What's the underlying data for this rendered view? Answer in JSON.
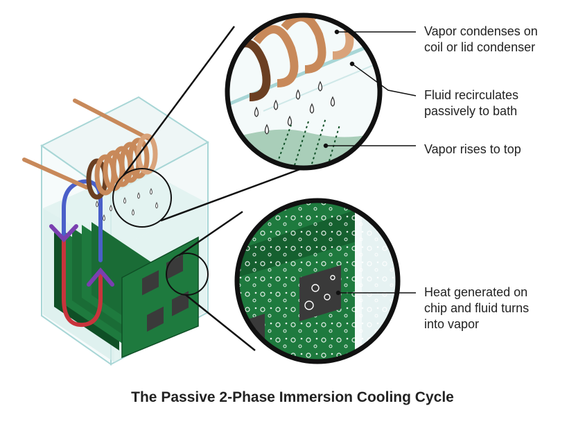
{
  "labels": {
    "condense": [
      "Vapor condenses on",
      "coil or lid condenser"
    ],
    "recirculate": [
      "Fluid recirculates",
      "passively to bath"
    ],
    "rise": [
      "Vapor rises to top"
    ],
    "heat": [
      "Heat generated on",
      "chip and fluid turns",
      "into vapor"
    ]
  },
  "title": "The Passive 2-Phase Immersion Cooling Cycle",
  "colors": {
    "board": "#1e7a3e",
    "board_dark": "#0f4f26",
    "copper": "#c8895a",
    "copper_dark": "#6b3f22",
    "tank_edge": "#a8d6d6",
    "fluid": "#dff1ef",
    "cycle_up": "#4a5fc9",
    "cycle_down": "#c8343c",
    "cycle_mid": "#7a3fb0",
    "chip": "#3a3a3a",
    "callout": "#111111"
  },
  "icons": [
    "coil-condenser-icon",
    "vapor-drop-icon",
    "circulation-arrow-icon",
    "chip-icon"
  ]
}
